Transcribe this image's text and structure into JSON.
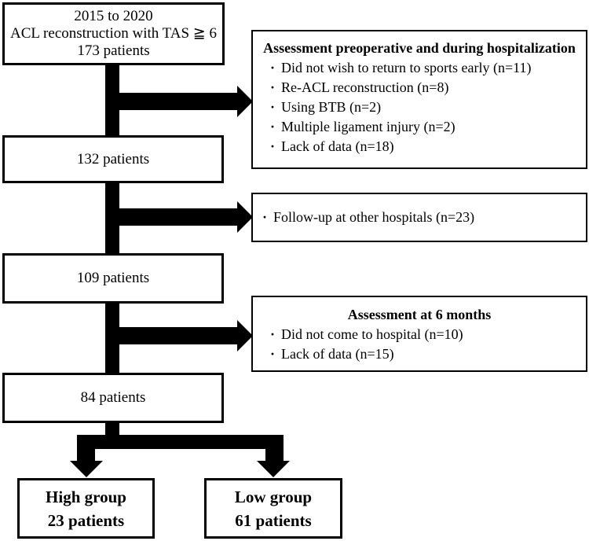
{
  "diagram": {
    "enrollment_box": {
      "line1": "2015 to 2020",
      "line2": "ACL reconstruction with TAS ≧ 6",
      "line3": "173 patients"
    },
    "cohort_boxes": {
      "after_preop_exclusions": "132 patients",
      "after_transfer_exclusions": "109 patients",
      "after_6month_exclusions": "84 patients"
    },
    "exclusion_boxes": [
      {
        "title": "Assessment preoperative and during hospitalization",
        "items": [
          "Did not wish to return to sports early (n=11)",
          "Re-ACL reconstruction (n=8)",
          "Using BTB (n=2)",
          "Multiple ligament injury (n=2)",
          "Lack of data (n=18)"
        ]
      },
      {
        "items": [
          "Follow-up at other hospitals (n=23)"
        ]
      },
      {
        "title": "Assessment at 6 months",
        "items": [
          "Did not come to hospital (n=10)",
          "Lack of data (n=15)"
        ]
      }
    ],
    "group_boxes": {
      "high": {
        "line1": "High group",
        "line2": "23 patients"
      },
      "low": {
        "line1": "Low group",
        "line2": "61 patients"
      }
    },
    "glyphs": {
      "bullet": "·"
    },
    "colors": {
      "line": "#000000",
      "box_background": "#ffffff",
      "text": "#000000"
    }
  }
}
